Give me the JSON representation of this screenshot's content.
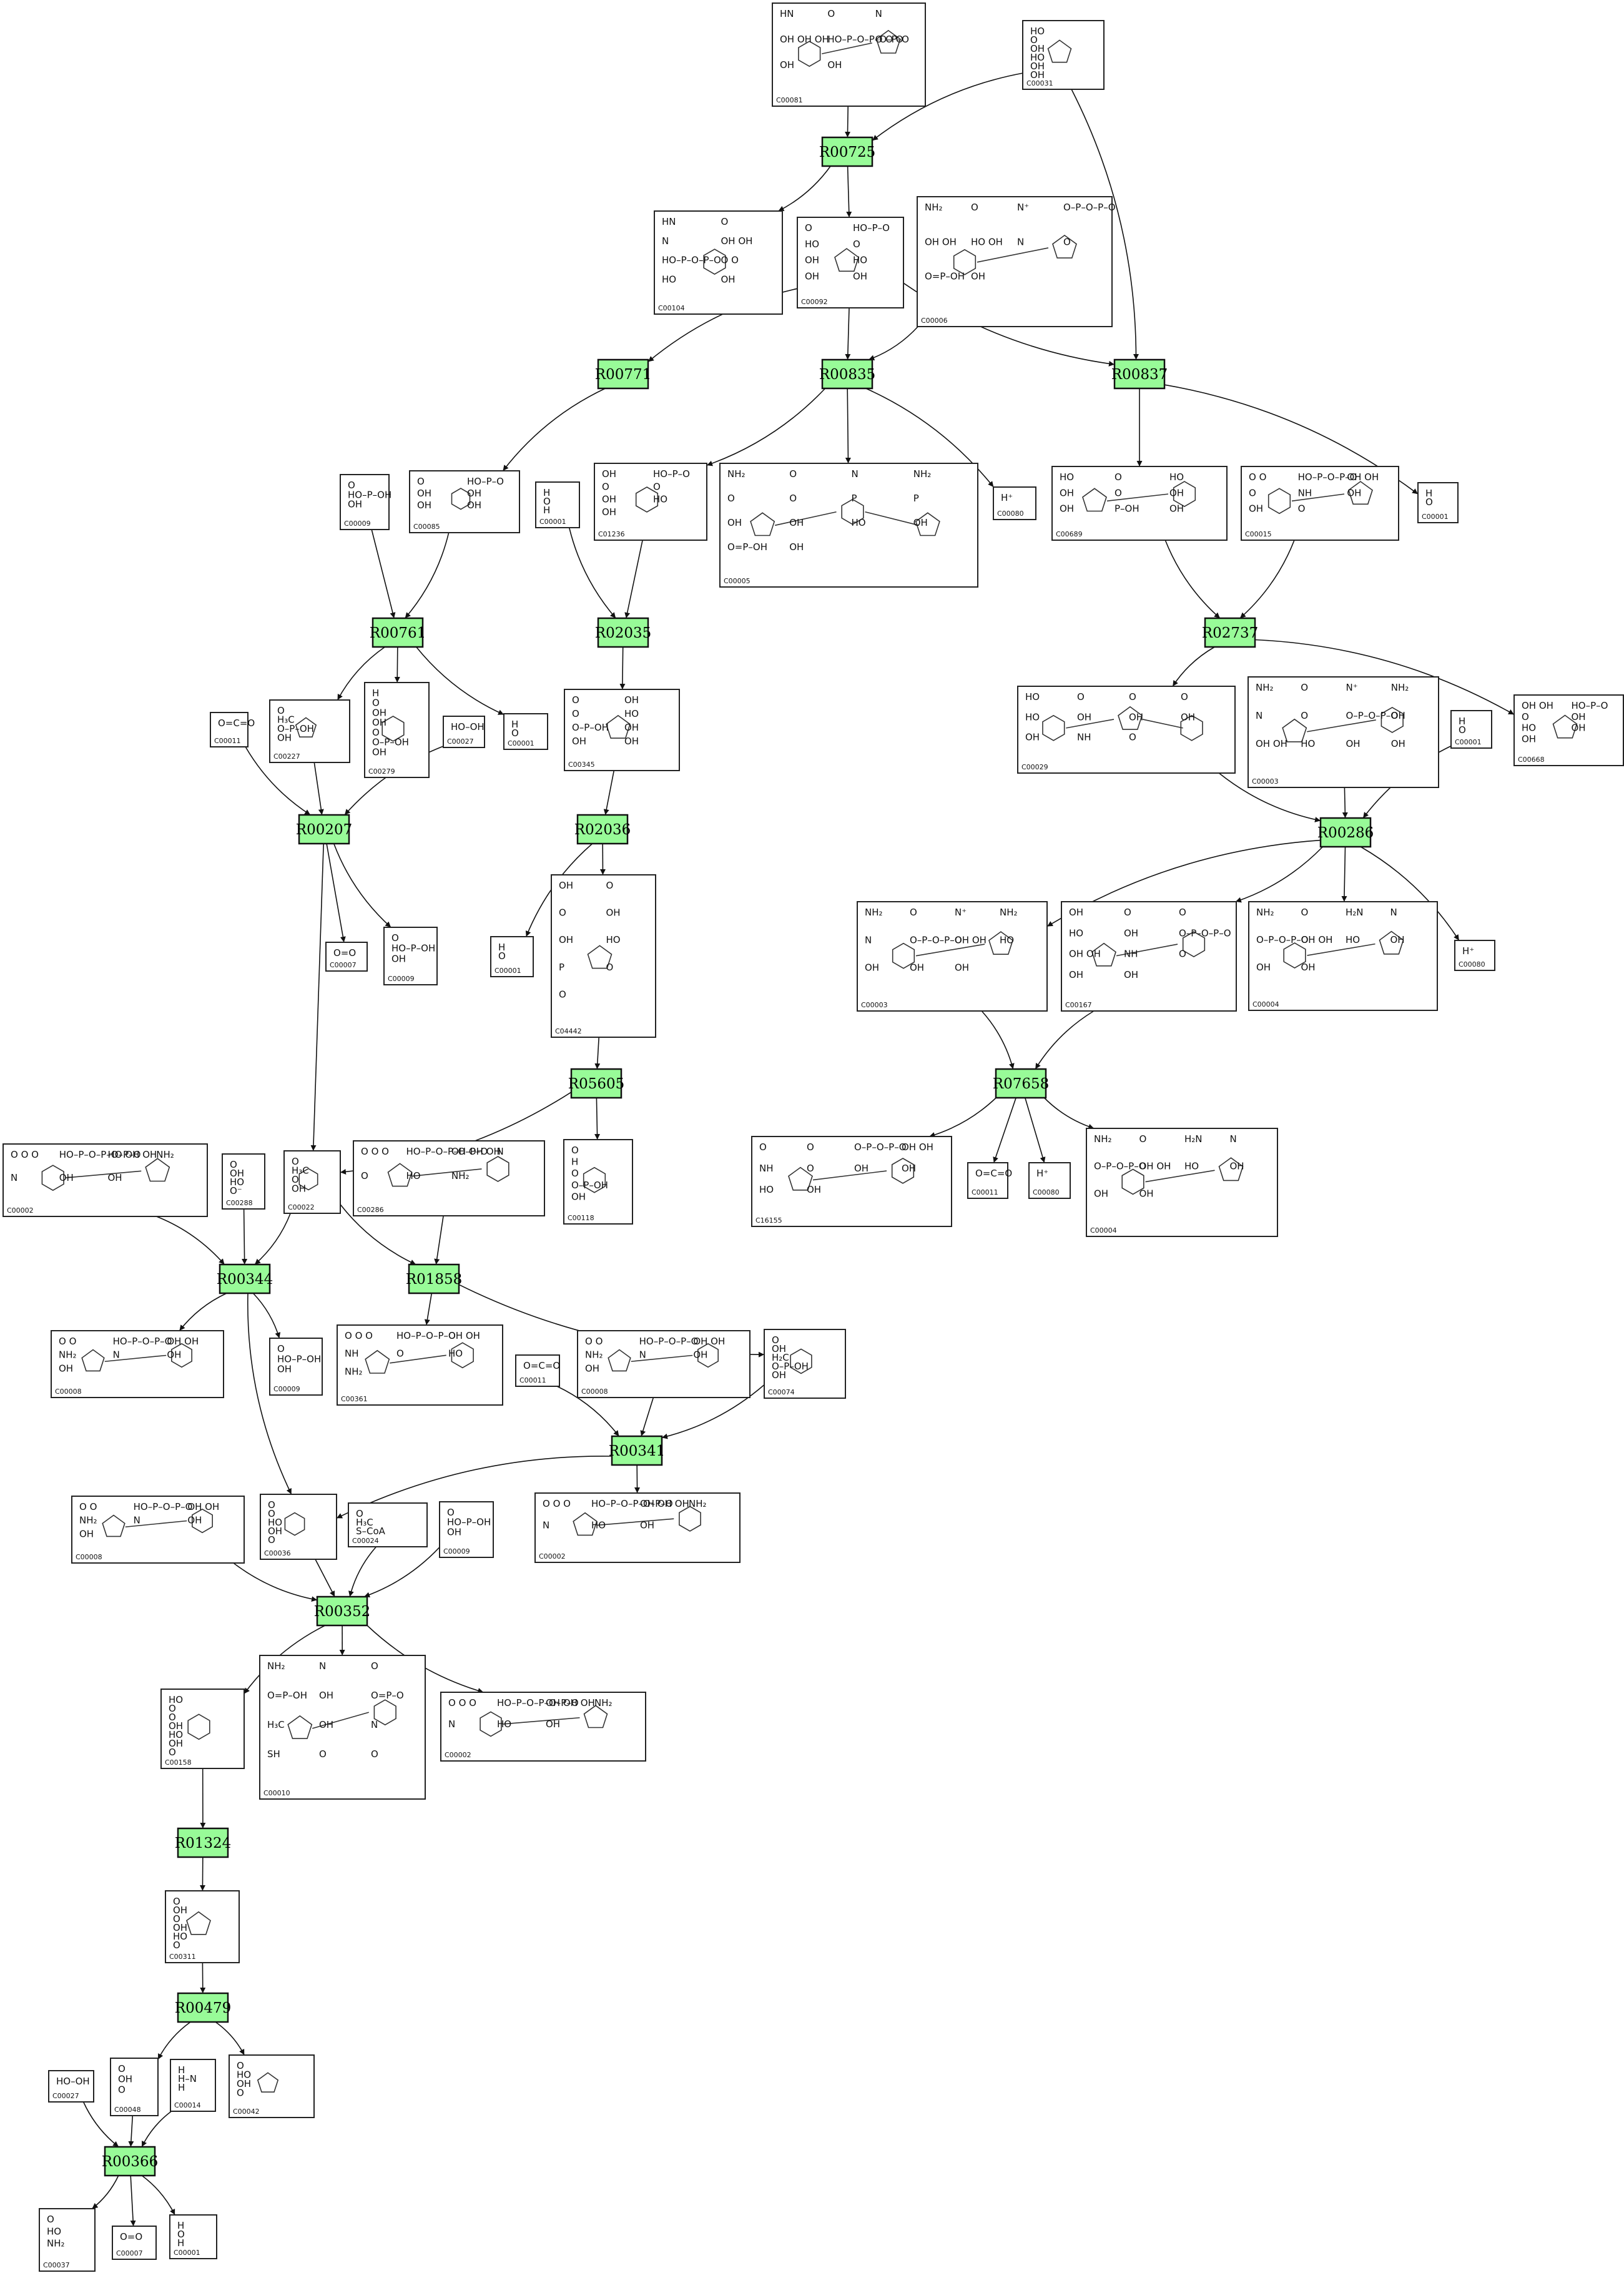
{
  "reactions": [
    {
      "id": "R00725"
    },
    {
      "id": "R00771"
    },
    {
      "id": "R00835"
    },
    {
      "id": "R00837"
    },
    {
      "id": "R00761"
    },
    {
      "id": "R02035"
    },
    {
      "id": "R02737"
    },
    {
      "id": "R00207"
    },
    {
      "id": "R02036"
    },
    {
      "id": "R00286"
    },
    {
      "id": "R05605"
    },
    {
      "id": "R07658"
    },
    {
      "id": "R00344"
    },
    {
      "id": "R01858"
    },
    {
      "id": "R00341"
    },
    {
      "id": "R00352"
    },
    {
      "id": "R01324"
    },
    {
      "id": "R00479"
    },
    {
      "id": "R00366"
    }
  ],
  "compounds": [
    {
      "key": "n_C00081",
      "id": "C00081",
      "glyphs": [
        "HN",
        "O",
        "N",
        "OH OH OH",
        "HO–P–O–P–O–P–O",
        "O O O",
        "OH",
        "OH"
      ]
    },
    {
      "key": "n_C00031",
      "id": "C00031",
      "glyphs": [
        "HO",
        "O",
        "OH",
        "HO",
        "OH",
        "OH"
      ]
    },
    {
      "key": "n_C00104",
      "id": "C00104",
      "glyphs": [
        "HN",
        "O",
        "N",
        "OH OH",
        "HO–P–O–P–O",
        "O O",
        "HO",
        "OH"
      ]
    },
    {
      "key": "n_C00092",
      "id": "C00092",
      "glyphs": [
        "O",
        "HO–P–O",
        "HO",
        "O",
        "OH",
        "HO",
        "OH",
        "OH"
      ]
    },
    {
      "key": "n_C00006",
      "id": "C00006",
      "glyphs": [
        "NH₂",
        "O",
        "N⁺",
        "O–P–O–P–O",
        "OH OH",
        "HO OH",
        "N",
        "O",
        "O=P–OH",
        "OH"
      ]
    },
    {
      "key": "n_C00009_a",
      "id": "C00009",
      "glyphs": [
        "O",
        "HO–P–OH",
        "OH"
      ]
    },
    {
      "key": "n_C00085",
      "id": "C00085",
      "glyphs": [
        "O",
        "HO–P–O",
        "OH",
        "OH",
        "OH",
        "OH"
      ]
    },
    {
      "key": "n_C00001_a",
      "id": "C00001",
      "glyphs": [
        "H",
        "O",
        "H"
      ]
    },
    {
      "key": "n_C01236",
      "id": "C01236",
      "glyphs": [
        "OH",
        "HO–P–O",
        "O",
        "O",
        "OH",
        "HO",
        "OH"
      ]
    },
    {
      "key": "n_C00005",
      "id": "C00005",
      "glyphs": [
        "NH₂",
        "O",
        "N",
        "NH₂",
        "O",
        "O",
        "P",
        "P",
        "OH",
        "OH",
        "HO",
        "OH",
        "O=P–OH",
        "OH"
      ]
    },
    {
      "key": "n_C00080_a",
      "id": "C00080",
      "glyphs": [
        "H⁺"
      ]
    },
    {
      "key": "n_C00689",
      "id": "C00689",
      "glyphs": [
        "HO",
        "O",
        "HO",
        "OH",
        "O",
        "OH",
        "OH",
        "P–OH",
        "OH"
      ]
    },
    {
      "key": "n_C00015",
      "id": "C00015",
      "glyphs": [
        "O O",
        "HO–P–O–P–O",
        "OH OH",
        "O",
        "NH",
        "OH",
        "OH",
        "O"
      ]
    },
    {
      "key": "n_C00001_b",
      "id": "C00001",
      "glyphs": [
        "H",
        "O",
        "H"
      ]
    },
    {
      "key": "n_C00011_a",
      "id": "C00011",
      "glyphs": [
        "O=C=O"
      ]
    },
    {
      "key": "n_C00227",
      "id": "C00227",
      "glyphs": [
        "O",
        "H₃C",
        "O–P–OH",
        "OH"
      ]
    },
    {
      "key": "n_C00279",
      "id": "C00279",
      "glyphs": [
        "H",
        "O",
        "OH",
        "OH",
        "O",
        "O–P–OH",
        "OH"
      ]
    },
    {
      "key": "n_C00027_a",
      "id": "C00027",
      "glyphs": [
        "HO–OH"
      ]
    },
    {
      "key": "n_C00001_c",
      "id": "C00001",
      "glyphs": [
        "H",
        "O",
        "H"
      ]
    },
    {
      "key": "n_C00345",
      "id": "C00345",
      "glyphs": [
        "O",
        "OH",
        "O",
        "HO",
        "O–P–OH",
        "OH",
        "OH",
        "OH"
      ]
    },
    {
      "key": "n_C00029",
      "id": "C00029",
      "glyphs": [
        "HO",
        "O",
        "O",
        "O",
        "HO",
        "OH",
        "OH",
        "OH",
        "OH",
        "NH",
        "O"
      ]
    },
    {
      "key": "n_C00003_a",
      "id": "C00003",
      "glyphs": [
        "NH₂",
        "O",
        "N⁺",
        "NH₂",
        "N",
        "O",
        "O–P–O–P–O",
        "OH",
        "OH OH",
        "HO",
        "OH",
        "OH"
      ]
    },
    {
      "key": "n_C00001_d",
      "id": "C00001",
      "glyphs": [
        "H",
        "O",
        "H"
      ]
    },
    {
      "key": "n_C00668",
      "id": "C00668",
      "glyphs": [
        "OH OH",
        "HO–P–O",
        "O",
        "OH",
        "HO",
        "OH",
        "OH"
      ]
    },
    {
      "key": "n_C00007_a",
      "id": "C00007",
      "glyphs": [
        "O=O"
      ]
    },
    {
      "key": "n_C00009_b",
      "id": "C00009",
      "glyphs": [
        "O",
        "HO–P–OH",
        "OH"
      ]
    },
    {
      "key": "n_C00001_e",
      "id": "C00001",
      "glyphs": [
        "H",
        "O",
        "H"
      ]
    },
    {
      "key": "n_C04442",
      "id": "C04442",
      "glyphs": [
        "OH",
        "O",
        "O",
        "OH",
        "OH",
        "HO",
        "P",
        "O",
        "O"
      ]
    },
    {
      "key": "n_C00003_b",
      "id": "C00003",
      "glyphs": [
        "NH₂",
        "O",
        "N⁺",
        "NH₂",
        "N",
        "O–P–O–P–O",
        "OH OH",
        "HO",
        "OH",
        "OH",
        "OH"
      ]
    },
    {
      "key": "n_C00167",
      "id": "C00167",
      "glyphs": [
        "OH",
        "O",
        "O",
        "HO",
        "OH",
        "O–P–O–P–O",
        "OH OH",
        "NH",
        "O",
        "OH",
        "OH"
      ]
    },
    {
      "key": "n_C00004_a",
      "id": "C00004",
      "glyphs": [
        "NH₂",
        "O",
        "H₂N",
        "N",
        "O–P–O–P–O",
        "OH OH",
        "HO",
        "OH",
        "OH",
        "OH"
      ]
    },
    {
      "key": "n_C00080_b",
      "id": "C00080",
      "glyphs": [
        "H⁺"
      ]
    },
    {
      "key": "n_C00002_a",
      "id": "C00002",
      "glyphs": [
        "O O O",
        "HO–P–O–P–O–P–O",
        "HO OH OH",
        "NH₂",
        "N",
        "OH",
        "OH"
      ]
    },
    {
      "key": "n_C00288",
      "id": "C00288",
      "glyphs": [
        "O",
        "OH",
        "HO",
        "O⁻"
      ]
    },
    {
      "key": "n_C00022",
      "id": "C00022",
      "glyphs": [
        "O",
        "H₃C",
        "O",
        "OH"
      ]
    },
    {
      "key": "n_C00286",
      "id": "C00286",
      "glyphs": [
        "O O O",
        "HO–P–O–P–O–P–O",
        "OH OH OH",
        "N",
        "O",
        "HO",
        "NH₂"
      ]
    },
    {
      "key": "n_C00118",
      "id": "C00118",
      "glyphs": [
        "O",
        "H",
        "O",
        "O–P–OH",
        "OH"
      ]
    },
    {
      "key": "n_C16155",
      "id": "C16155",
      "glyphs": [
        "O",
        "O",
        "O–P–O–P–O",
        "OH OH",
        "NH",
        "O",
        "OH",
        "OH",
        "HO",
        "OH"
      ]
    },
    {
      "key": "n_C00011_b",
      "id": "C00011",
      "glyphs": [
        "O=C=O"
      ]
    },
    {
      "key": "n_C00080_c",
      "id": "C00080",
      "glyphs": [
        "H⁺"
      ]
    },
    {
      "key": "n_C00004_b",
      "id": "C00004",
      "glyphs": [
        "NH₂",
        "O",
        "H₂N",
        "N",
        "O–P–O–P–O",
        "OH OH",
        "HO",
        "OH",
        "OH",
        "OH"
      ]
    },
    {
      "key": "n_C00008_a",
      "id": "C00008",
      "glyphs": [
        "O O",
        "HO–P–O–P–O",
        "OH OH",
        "NH₂",
        "N",
        "OH",
        "OH"
      ]
    },
    {
      "key": "n_C00009_c",
      "id": "C00009",
      "glyphs": [
        "O",
        "HO–P–OH",
        "OH"
      ]
    },
    {
      "key": "n_C00361",
      "id": "C00361",
      "glyphs": [
        "O O O",
        "HO–P–O–P–O",
        "OH OH",
        "NH",
        "O",
        "HO",
        "NH₂"
      ]
    },
    {
      "key": "n_C00011_c",
      "id": "C00011",
      "glyphs": [
        "O=C=O"
      ]
    },
    {
      "key": "n_C00008_b",
      "id": "C00008",
      "glyphs": [
        "O O",
        "HO–P–O–P–O",
        "OH OH",
        "NH₂",
        "N",
        "OH",
        "OH"
      ]
    },
    {
      "key": "n_C00074",
      "id": "C00074",
      "glyphs": [
        "O",
        "OH",
        "H₂C",
        "O–P–OH",
        "OH"
      ]
    },
    {
      "key": "n_C00008_c",
      "id": "C00008",
      "glyphs": [
        "O O",
        "HO–P–O–P–O",
        "OH OH",
        "NH₂",
        "N",
        "OH",
        "OH"
      ]
    },
    {
      "key": "n_C00036",
      "id": "C00036",
      "glyphs": [
        "O",
        "O",
        "HO",
        "OH",
        "O"
      ]
    },
    {
      "key": "n_C00024",
      "id": "C00024",
      "glyphs": [
        "O",
        "H₃C",
        "S–CoA"
      ]
    },
    {
      "key": "n_C00009_d",
      "id": "C00009",
      "glyphs": [
        "O",
        "HO–P–OH",
        "OH"
      ]
    },
    {
      "key": "n_C00002_b",
      "id": "C00002",
      "glyphs": [
        "O O O",
        "HO–P–O–P–O–P–O",
        "OH OH OH",
        "NH₂",
        "N",
        "HO",
        "OH"
      ]
    },
    {
      "key": "n_C00158",
      "id": "C00158",
      "glyphs": [
        "HO",
        "O",
        "O",
        "OH",
        "HO",
        "OH",
        "O"
      ]
    },
    {
      "key": "n_C00010",
      "id": "C00010",
      "glyphs": [
        "NH₂",
        "N",
        "O",
        "O=P–OH",
        "OH",
        "O=P–O",
        "H₃C",
        "OH",
        "N",
        "SH",
        "O",
        "O"
      ]
    },
    {
      "key": "n_C00002_c",
      "id": "C00002",
      "glyphs": [
        "O O O",
        "HO–P–O–P–O–P–O",
        "OH OH OH",
        "NH₂",
        "N",
        "HO",
        "OH"
      ]
    },
    {
      "key": "n_C00311",
      "id": "C00311",
      "glyphs": [
        "O",
        "OH",
        "O",
        "OH",
        "HO",
        "O",
        "O"
      ]
    },
    {
      "key": "n_C00027_b",
      "id": "C00027",
      "glyphs": [
        "HO–OH"
      ]
    },
    {
      "key": "n_C00048",
      "id": "C00048",
      "glyphs": [
        "O",
        "OH",
        "O"
      ]
    },
    {
      "key": "n_C00014",
      "id": "C00014",
      "glyphs": [
        "H",
        "H–N",
        "H"
      ]
    },
    {
      "key": "n_C00042",
      "id": "C00042",
      "glyphs": [
        "O",
        "HO",
        "OH",
        "O"
      ]
    },
    {
      "key": "n_C00037",
      "id": "C00037",
      "glyphs": [
        "O",
        "HO",
        "NH₂"
      ]
    },
    {
      "key": "n_C00007_b",
      "id": "C00007",
      "glyphs": [
        "O=O"
      ]
    },
    {
      "key": "n_C00001_f",
      "id": "C00001",
      "glyphs": [
        "H",
        "O",
        "H"
      ]
    }
  ],
  "edges": [
    [
      "n_C00081",
      "R00725"
    ],
    [
      "n_C00031",
      "R00725"
    ],
    [
      "R00725",
      "n_C00104"
    ],
    [
      "R00725",
      "n_C00092"
    ],
    [
      "n_C00031",
      "R00837"
    ],
    [
      "n_C00092",
      "R00771"
    ],
    [
      "n_C00092",
      "R00835"
    ],
    [
      "n_C00092",
      "R00837"
    ],
    [
      "n_C00006",
      "R00835"
    ],
    [
      "R00771",
      "n_C00085"
    ],
    [
      "R00835",
      "n_C01236"
    ],
    [
      "R00835",
      "n_C00005"
    ],
    [
      "R00835",
      "n_C00080_a"
    ],
    [
      "R00837",
      "n_C00689"
    ],
    [
      "R00837",
      "n_C00001_b"
    ],
    [
      "n_C00009_a",
      "R00761"
    ],
    [
      "n_C00085",
      "R00761"
    ],
    [
      "n_C00001_a",
      "R02035"
    ],
    [
      "n_C01236",
      "R02035"
    ],
    [
      "n_C00689",
      "R02737"
    ],
    [
      "n_C00015",
      "R02737"
    ],
    [
      "R00761",
      "n_C00227"
    ],
    [
      "R00761",
      "n_C00279"
    ],
    [
      "R00761",
      "n_C00001_c"
    ],
    [
      "R02035",
      "n_C00345"
    ],
    [
      "R02737",
      "n_C00029"
    ],
    [
      "R02737",
      "n_C00668"
    ],
    [
      "n_C00011_a",
      "R00207"
    ],
    [
      "n_C00227",
      "R00207"
    ],
    [
      "n_C00027_a",
      "R00207"
    ],
    [
      "n_C00345",
      "R02036"
    ],
    [
      "n_C00029",
      "R00286"
    ],
    [
      "n_C00003_a",
      "R00286"
    ],
    [
      "n_C00001_d",
      "R00286"
    ],
    [
      "R00207",
      "n_C00007_a"
    ],
    [
      "R00207",
      "n_C00009_b"
    ],
    [
      "R00207",
      "n_C00022"
    ],
    [
      "R02036",
      "n_C00001_e"
    ],
    [
      "R02036",
      "n_C04442"
    ],
    [
      "R00286",
      "n_C00003_b"
    ],
    [
      "R00286",
      "n_C00167"
    ],
    [
      "R00286",
      "n_C00004_a"
    ],
    [
      "R00286",
      "n_C00080_b"
    ],
    [
      "n_C04442",
      "R05605"
    ],
    [
      "n_C00003_b",
      "R07658"
    ],
    [
      "n_C00167",
      "R07658"
    ],
    [
      "R05605",
      "n_C00022"
    ],
    [
      "R05605",
      "n_C00118"
    ],
    [
      "R07658",
      "n_C16155"
    ],
    [
      "R07658",
      "n_C00011_b"
    ],
    [
      "R07658",
      "n_C00080_c"
    ],
    [
      "R07658",
      "n_C00004_b"
    ],
    [
      "n_C00002_a",
      "R00344"
    ],
    [
      "n_C00288",
      "R00344"
    ],
    [
      "n_C00022",
      "R00344"
    ],
    [
      "n_C00022",
      "R01858"
    ],
    [
      "n_C00286",
      "R01858"
    ],
    [
      "R00344",
      "n_C00008_a"
    ],
    [
      "R00344",
      "n_C00009_c"
    ],
    [
      "R00344",
      "n_C00036"
    ],
    [
      "R01858",
      "n_C00361"
    ],
    [
      "R01858",
      "n_C00074"
    ],
    [
      "n_C00011_c",
      "R00341"
    ],
    [
      "n_C00008_b",
      "R00341"
    ],
    [
      "n_C00074",
      "R00341"
    ],
    [
      "R00341",
      "n_C00036"
    ],
    [
      "R00341",
      "n_C00002_b"
    ],
    [
      "n_C00008_c",
      "R00352"
    ],
    [
      "n_C00036",
      "R00352"
    ],
    [
      "n_C00024",
      "R00352"
    ],
    [
      "n_C00009_d",
      "R00352"
    ],
    [
      "R00352",
      "n_C00158"
    ],
    [
      "R00352",
      "n_C00010"
    ],
    [
      "R00352",
      "n_C00002_c"
    ],
    [
      "n_C00158",
      "R01324"
    ],
    [
      "R01324",
      "n_C00311"
    ],
    [
      "n_C00311",
      "R00479"
    ],
    [
      "R00479",
      "n_C00048"
    ],
    [
      "R00479",
      "n_C00042"
    ],
    [
      "n_C00027_b",
      "R00366"
    ],
    [
      "n_C00048",
      "R00366"
    ],
    [
      "n_C00014",
      "R00366"
    ],
    [
      "R00366",
      "n_C00037"
    ],
    [
      "R00366",
      "n_C00007_b"
    ],
    [
      "R00366",
      "n_C00001_f"
    ]
  ]
}
